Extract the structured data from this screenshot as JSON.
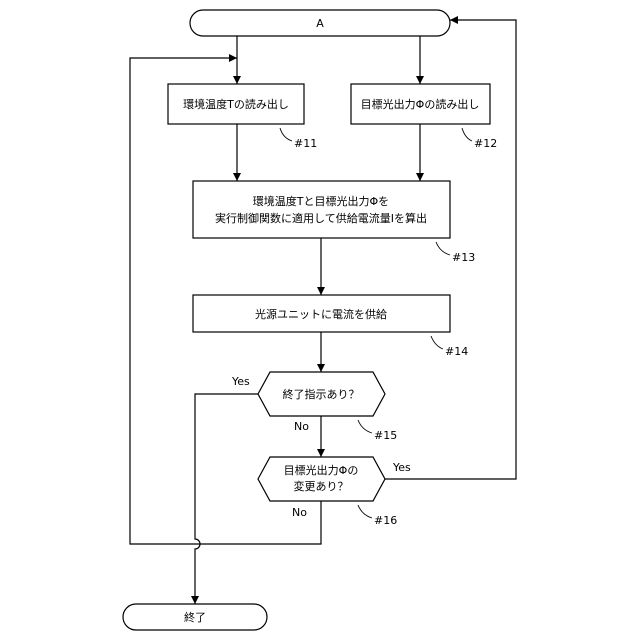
{
  "start": {
    "label": "A"
  },
  "end": {
    "label": "終了"
  },
  "steps": {
    "s11": {
      "text": "環境温度Tの読み出し",
      "ref": "#11"
    },
    "s12": {
      "text": "目標光出力Φの読み出し",
      "ref": "#12"
    },
    "s13": {
      "line1": "環境温度Tと目標光出力Φを",
      "line2": "実行制御関数に適用して供給電流量Iを算出",
      "ref": "#13"
    },
    "s14": {
      "text": "光源ユニットに電流を供給",
      "ref": "#14"
    }
  },
  "decisions": {
    "d15": {
      "text": "終了指示あり？",
      "ref": "#15",
      "yes_label": "Yes",
      "no_label": "No"
    },
    "d16": {
      "line1": "目標光出力Φの",
      "line2": "変更あり？",
      "ref": "#16",
      "yes_label": "Yes",
      "no_label": "No"
    }
  }
}
